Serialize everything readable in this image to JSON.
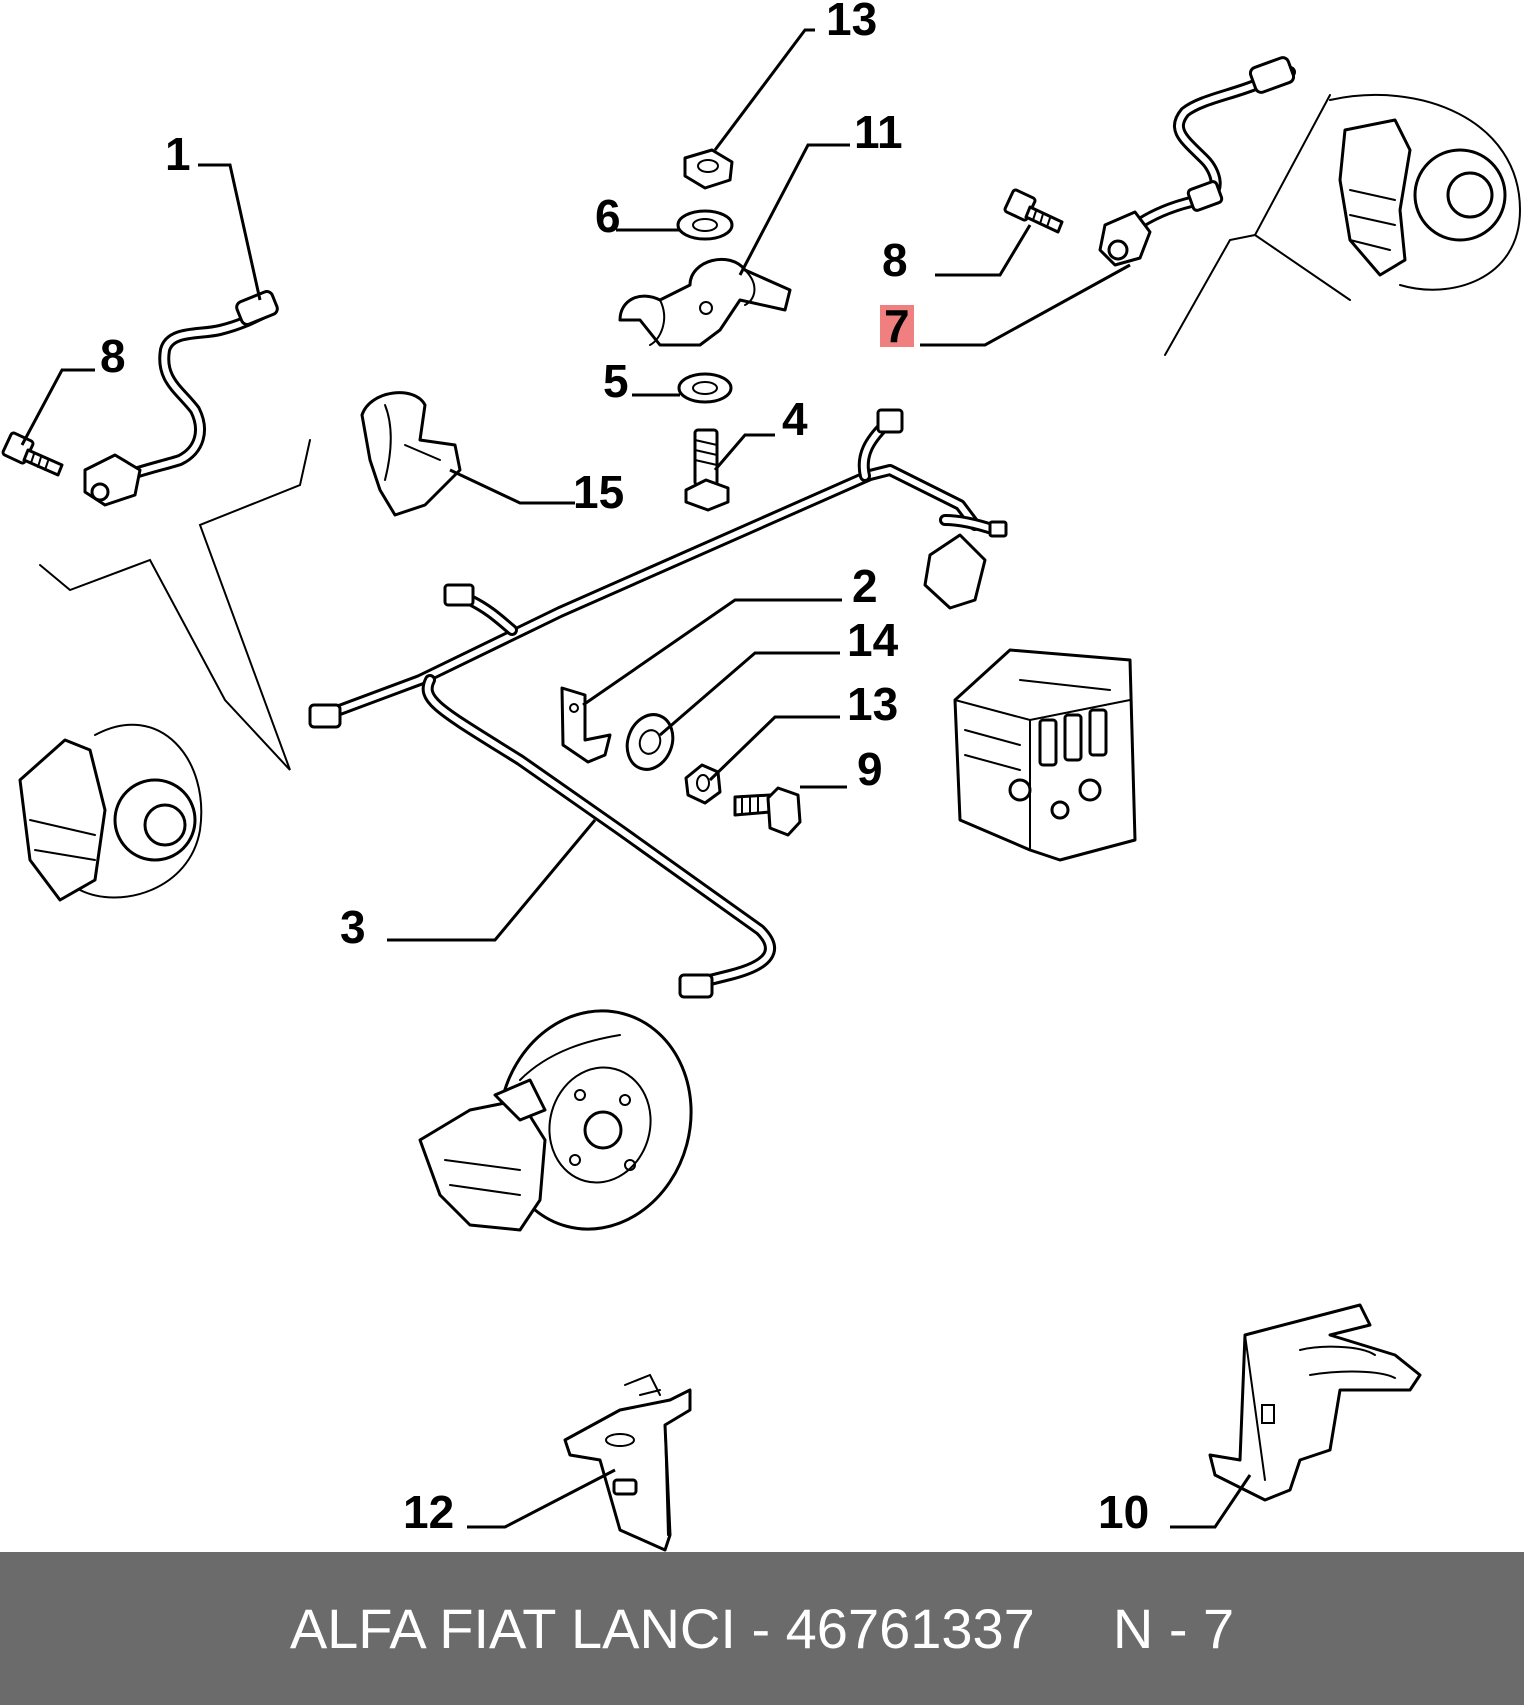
{
  "callouts": [
    {
      "id": "1",
      "label": "1"
    },
    {
      "id": "2",
      "label": "2"
    },
    {
      "id": "3",
      "label": "3"
    },
    {
      "id": "4",
      "label": "4"
    },
    {
      "id": "5",
      "label": "5"
    },
    {
      "id": "6",
      "label": "6"
    },
    {
      "id": "7",
      "label": "7",
      "highlighted": true
    },
    {
      "id": "8a",
      "label": "8"
    },
    {
      "id": "8b",
      "label": "8"
    },
    {
      "id": "9",
      "label": "9"
    },
    {
      "id": "10",
      "label": "10"
    },
    {
      "id": "11",
      "label": "11"
    },
    {
      "id": "12",
      "label": "12"
    },
    {
      "id": "13a",
      "label": "13"
    },
    {
      "id": "13b",
      "label": "13"
    },
    {
      "id": "14",
      "label": "14"
    },
    {
      "id": "15",
      "label": "15"
    }
  ],
  "highlight_color": "#f08080",
  "footer": {
    "part_text": "ALFA FIAT LANCI - 46761337",
    "position_text": "N - 7"
  },
  "footer_color": "#6b6b6b"
}
